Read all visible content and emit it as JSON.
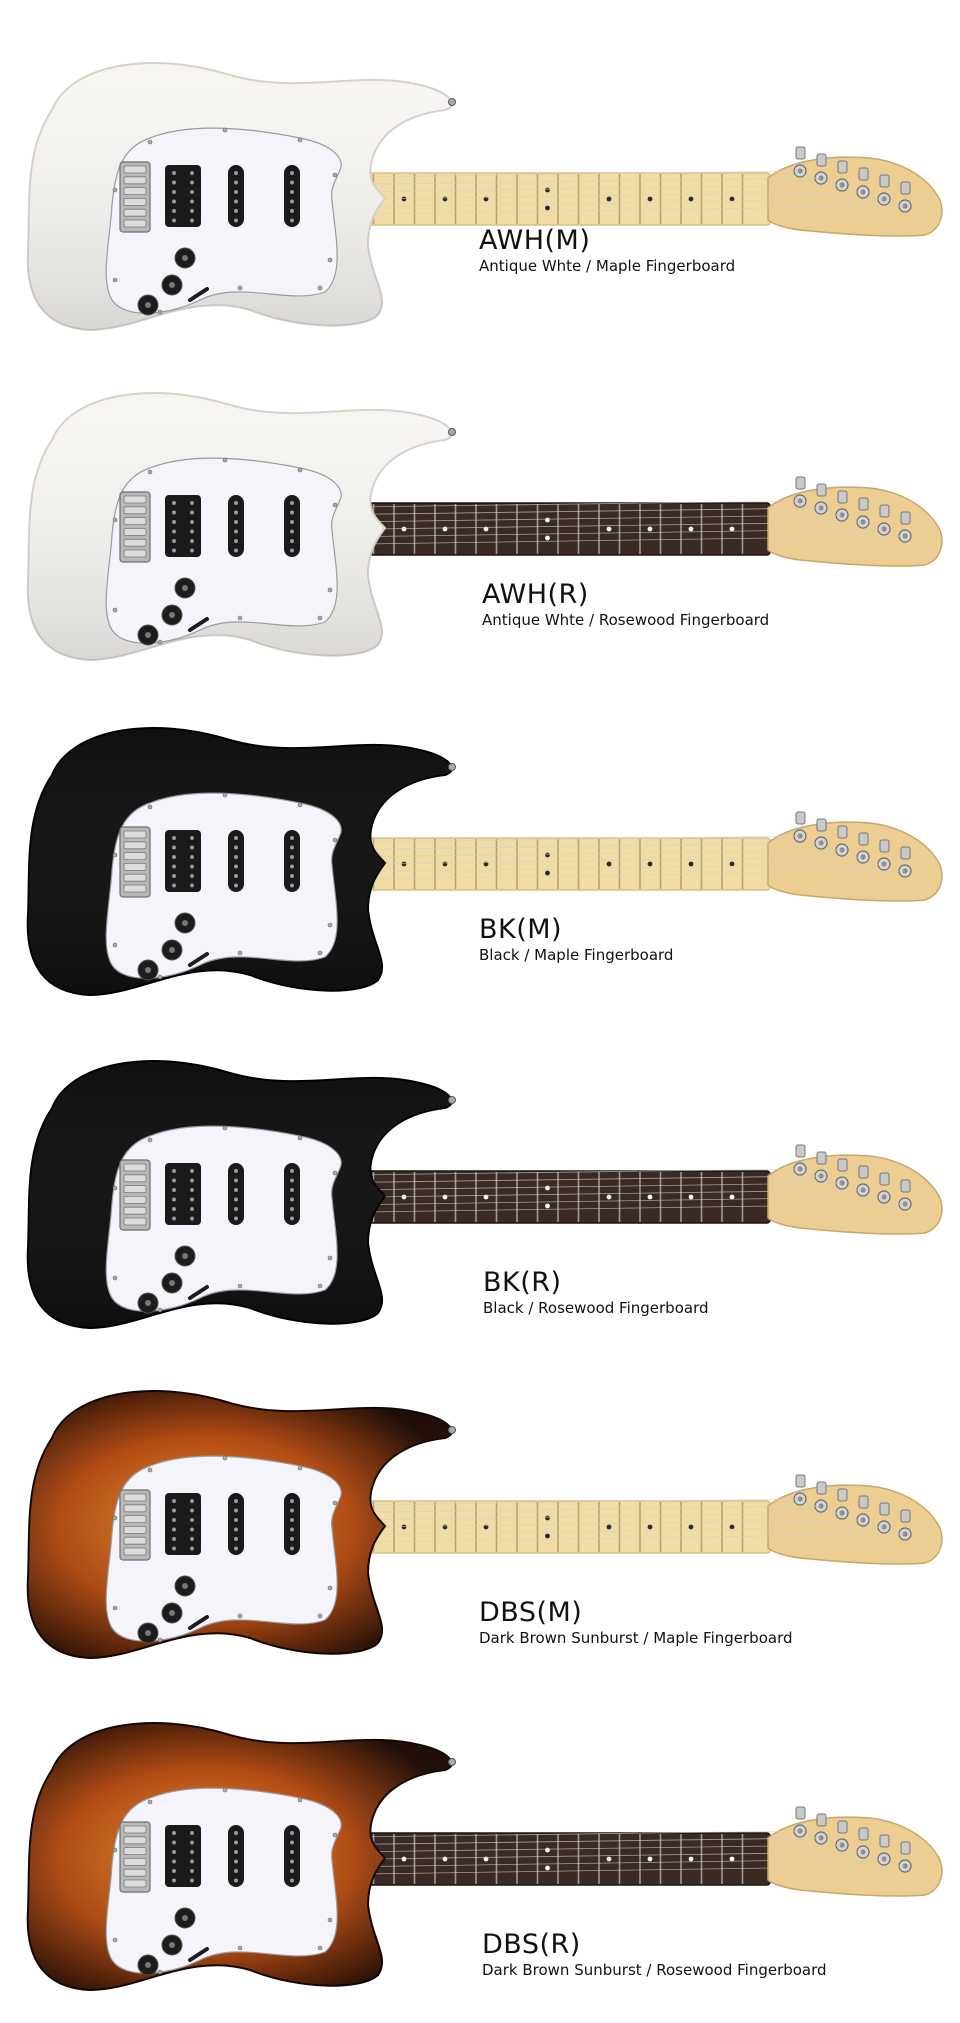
{
  "colors": {
    "awh_body": "#f7f5f1",
    "bk_body": "#101010",
    "dbs_center": "#e8902a",
    "dbs_mid": "#b44a10",
    "dbs_edge": "#1e0b04",
    "maple": "#f1dca6",
    "rosewood": "#3a2a24",
    "headstock": "#eccd92",
    "pickguard": "#f4f4fa",
    "hardware": "#b8b8b8"
  },
  "guitars": [
    {
      "model": "AWH(M)",
      "description": "Antique Whte / Maple Fingerboard",
      "finish": "white",
      "fingerboard": "maple"
    },
    {
      "model": "AWH(R)",
      "description": "Antique Whte / Rosewood Fingerboard",
      "finish": "white",
      "fingerboard": "rosewood"
    },
    {
      "model": "BK(M)",
      "description": "Black / Maple Fingerboard",
      "finish": "black",
      "fingerboard": "maple"
    },
    {
      "model": "BK(R)",
      "description": "Black / Rosewood Fingerboard",
      "finish": "black",
      "fingerboard": "rosewood"
    },
    {
      "model": "DBS(M)",
      "description": "Dark Brown Sunburst / Maple Fingerboard",
      "finish": "sunburst",
      "fingerboard": "maple"
    },
    {
      "model": "DBS(R)",
      "description": "Dark Brown Sunburst  / Rosewood Fingerboard",
      "finish": "sunburst",
      "fingerboard": "rosewood"
    }
  ]
}
